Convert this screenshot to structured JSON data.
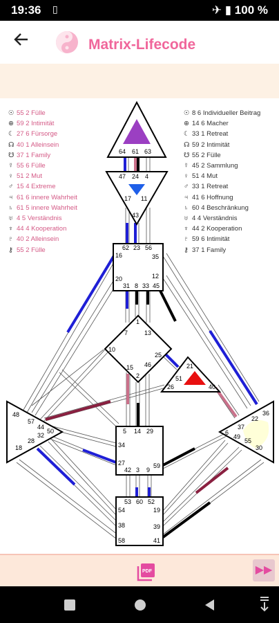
{
  "status": {
    "time": "19:36",
    "battery": "100 %"
  },
  "app": {
    "title": "Matrix-Lifecode"
  },
  "legend_left": [
    {
      "icon": "sun-icon",
      "sym": "☉",
      "text": "55 2 Fülle"
    },
    {
      "icon": "earth-icon",
      "sym": "⊕",
      "text": "59 2 Intimität"
    },
    {
      "icon": "moon-icon",
      "sym": "☾",
      "text": "27 6 Fürsorge"
    },
    {
      "icon": "north-node-icon",
      "sym": "☊",
      "text": "40 1 Alleinsein"
    },
    {
      "icon": "south-node-icon",
      "sym": "☋",
      "text": "37 1 Family"
    },
    {
      "icon": "mercury-icon",
      "sym": "☿",
      "text": "55 6 Fülle"
    },
    {
      "icon": "venus-icon",
      "sym": "♀",
      "text": "51 2 Mut"
    },
    {
      "icon": "mars-icon",
      "sym": "♂",
      "text": "15 4 Extreme"
    },
    {
      "icon": "jupiter-icon",
      "sym": "♃",
      "text": "61 6 innere Wahrheit"
    },
    {
      "icon": "saturn-icon",
      "sym": "♄",
      "text": "61 5 innere Wahrheit"
    },
    {
      "icon": "uranus-icon",
      "sym": "♅",
      "text": "4   5 Verständnis"
    },
    {
      "icon": "neptune-icon",
      "sym": "♆",
      "text": "44 4 Kooperation"
    },
    {
      "icon": "pluto-icon",
      "sym": "♇",
      "text": "40 2 Alleinsein"
    },
    {
      "icon": "chiron-icon",
      "sym": "⚷",
      "text": "55 2 Fülle"
    }
  ],
  "legend_right": [
    {
      "icon": "sun-icon",
      "sym": "☉",
      "text": "8   6 Individueller Beitrag"
    },
    {
      "icon": "earth-icon",
      "sym": "⊕",
      "text": "14 6 Macher"
    },
    {
      "icon": "moon-icon",
      "sym": "☾",
      "text": "33 1 Retreat"
    },
    {
      "icon": "north-node-icon",
      "sym": "☊",
      "text": "59 2 Intimität"
    },
    {
      "icon": "south-node-icon",
      "sym": "☋",
      "text": "55 2 Fülle"
    },
    {
      "icon": "mercury-icon",
      "sym": "☿",
      "text": "45 2 Sammlung"
    },
    {
      "icon": "venus-icon",
      "sym": "♀",
      "text": "51 4 Mut"
    },
    {
      "icon": "mars-icon",
      "sym": "♂",
      "text": "33 1 Retreat"
    },
    {
      "icon": "jupiter-icon",
      "sym": "♃",
      "text": "41 6 Hoffnung"
    },
    {
      "icon": "saturn-icon",
      "sym": "♄",
      "text": "60 4 Beschränkung"
    },
    {
      "icon": "uranus-icon",
      "sym": "♅",
      "text": "4   4 Verständnis"
    },
    {
      "icon": "neptune-icon",
      "sym": "♆",
      "text": "44 2 Kooperation"
    },
    {
      "icon": "pluto-icon",
      "sym": "♇",
      "text": "59 6 Intimität"
    },
    {
      "icon": "chiron-icon",
      "sym": "⚷",
      "text": "37 1 Family"
    }
  ],
  "bodygraph": {
    "head": [
      "64",
      "61",
      "63"
    ],
    "ajna": [
      "47",
      "24",
      "4",
      "17",
      "11",
      "43"
    ],
    "throat": [
      "62",
      "23",
      "56",
      "16",
      "35",
      "20",
      "12",
      "31",
      "8",
      "33",
      "45"
    ],
    "g": [
      "1",
      "7",
      "13",
      "10",
      "25",
      "15",
      "2",
      "46"
    ],
    "heart": [
      "21",
      "51",
      "26",
      "40"
    ],
    "spleen": [
      "48",
      "57",
      "44",
      "50",
      "32",
      "28",
      "18"
    ],
    "solar": [
      "36",
      "22",
      "37",
      "6",
      "49",
      "55",
      "30"
    ],
    "sacral": [
      "5",
      "14",
      "29",
      "34",
      "27",
      "59",
      "42",
      "3",
      "9"
    ],
    "root": [
      "53",
      "60",
      "52",
      "54",
      "19",
      "38",
      "39",
      "58",
      "41"
    ]
  },
  "colors": {
    "personality": "#1f1fd6",
    "design": "#c9708a",
    "accent": "#f0669b",
    "head_fill": "#9b3fc2",
    "ajna_fill": "#1f5fe8",
    "heart_fill": "#e81010",
    "solar_fill": "#ffffd8"
  }
}
